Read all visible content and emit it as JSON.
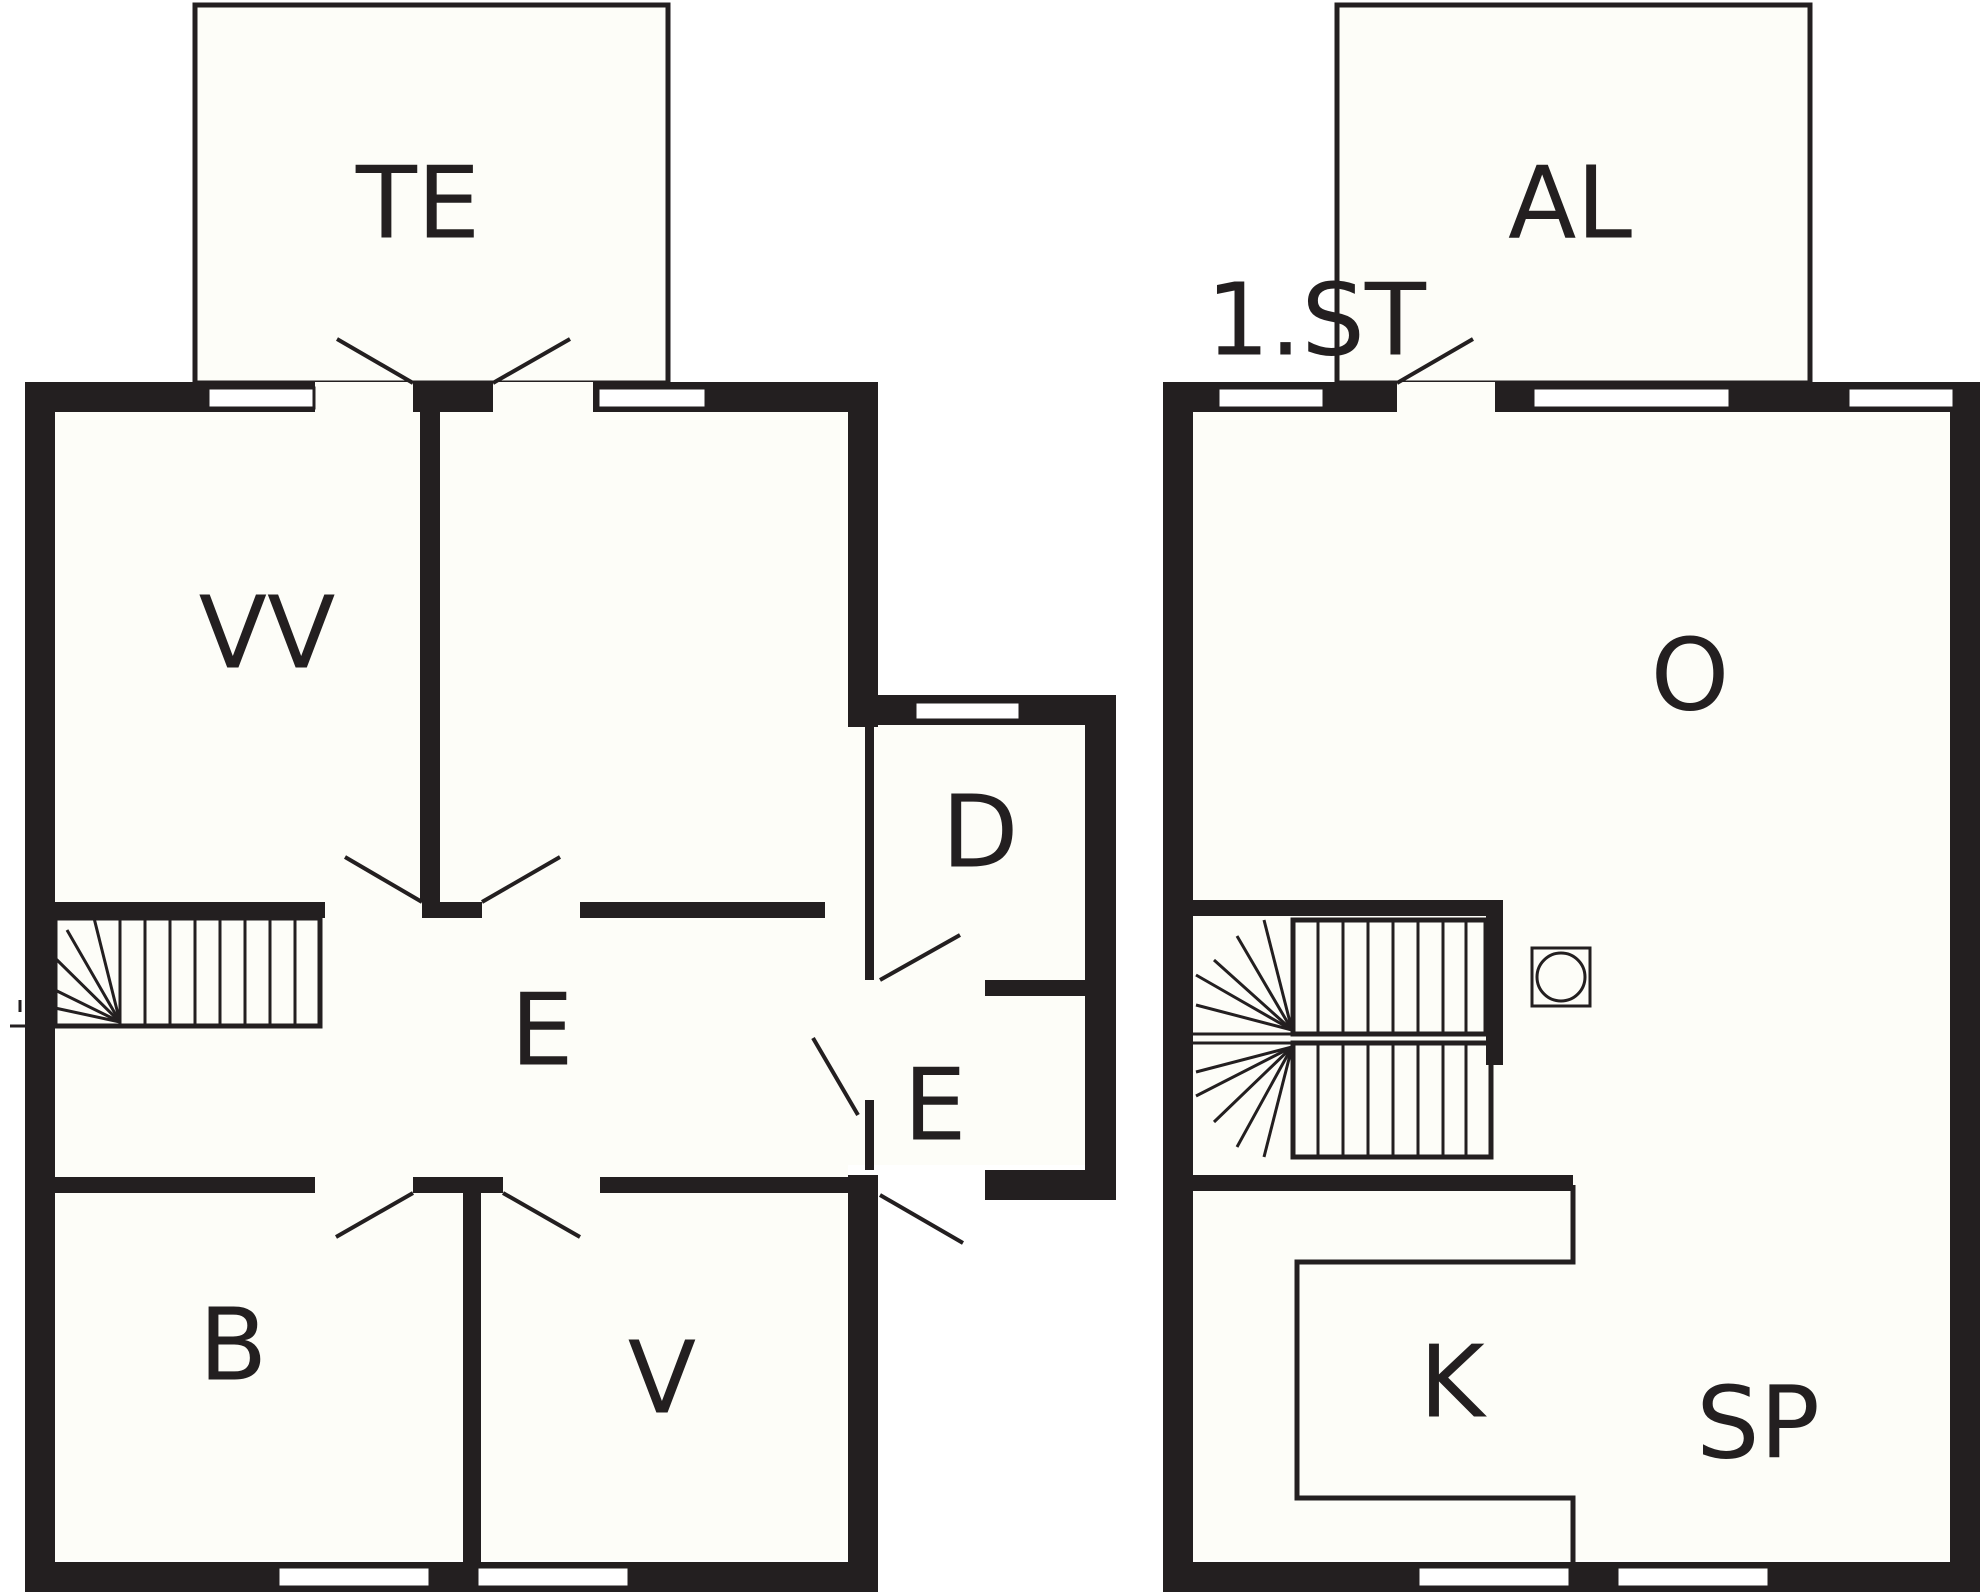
{
  "colors": {
    "wall": "#231f20",
    "room_fill": "#fdfdf8",
    "background": "#ffffff"
  },
  "floors": [
    {
      "floor_label": "",
      "rooms": {
        "terrace": "TE",
        "laundry": "VV",
        "hall_main": "E",
        "hall_small": "E",
        "storage": "D",
        "bedroom": "B",
        "bedroom_v": "V"
      }
    },
    {
      "floor_label": "1.ST",
      "rooms": {
        "balcony": "AL",
        "living": "O",
        "kitchen": "K",
        "dining": "SP"
      }
    }
  ]
}
